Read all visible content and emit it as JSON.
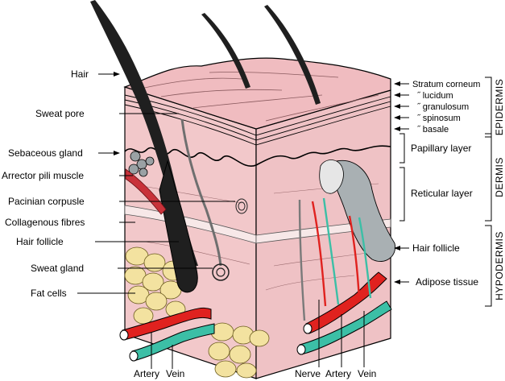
{
  "labels_left": {
    "hair": "Hair",
    "sweat_pore": "Sweat pore",
    "sebaceous_gland": "Sebaceous gland",
    "arrector_pili_muscle": "Arrector pili muscle",
    "pacinian_corpusle": "Pacinian corpusle",
    "collagenous_fibres": "Collagenous fibres",
    "hair_follicle": "Hair follicle",
    "sweat_gland": "Sweat gland",
    "fat_cells": "Fat cells"
  },
  "labels_bottom": {
    "artery_left": "Artery",
    "vein_left": "Vein",
    "nerve": "Nerve",
    "artery_right": "Artery",
    "vein_right": "Vein"
  },
  "labels_right": {
    "stratum_corneum": "Stratum corneum",
    "lucidum": "˝ lucidum",
    "granulosum": "˝ granulosum",
    "spinosum": "˝ spinosum",
    "basale": "˝ basale",
    "papillary_layer": "Papillary layer",
    "reticular_layer": "Reticular layer",
    "hair_follicle_right": "Hair follicle",
    "adipose_tissue": "Adipose tissue"
  },
  "layer_groups": {
    "epidermis": "EPIDERMIS",
    "dermis": "DERMIS",
    "hypodermis": "HYPODERMIS"
  },
  "colors": {
    "skin_pink": "#f2c6c8",
    "skin_top": "#f0bcc0",
    "fat_yellow": "#f3e2a0",
    "artery_red": "#e0221f",
    "vein_teal": "#3cbfa6",
    "follicle_dark": "#1f1f1f",
    "muscle_red": "#c8323a",
    "gland_grey": "#a9b0b3"
  }
}
